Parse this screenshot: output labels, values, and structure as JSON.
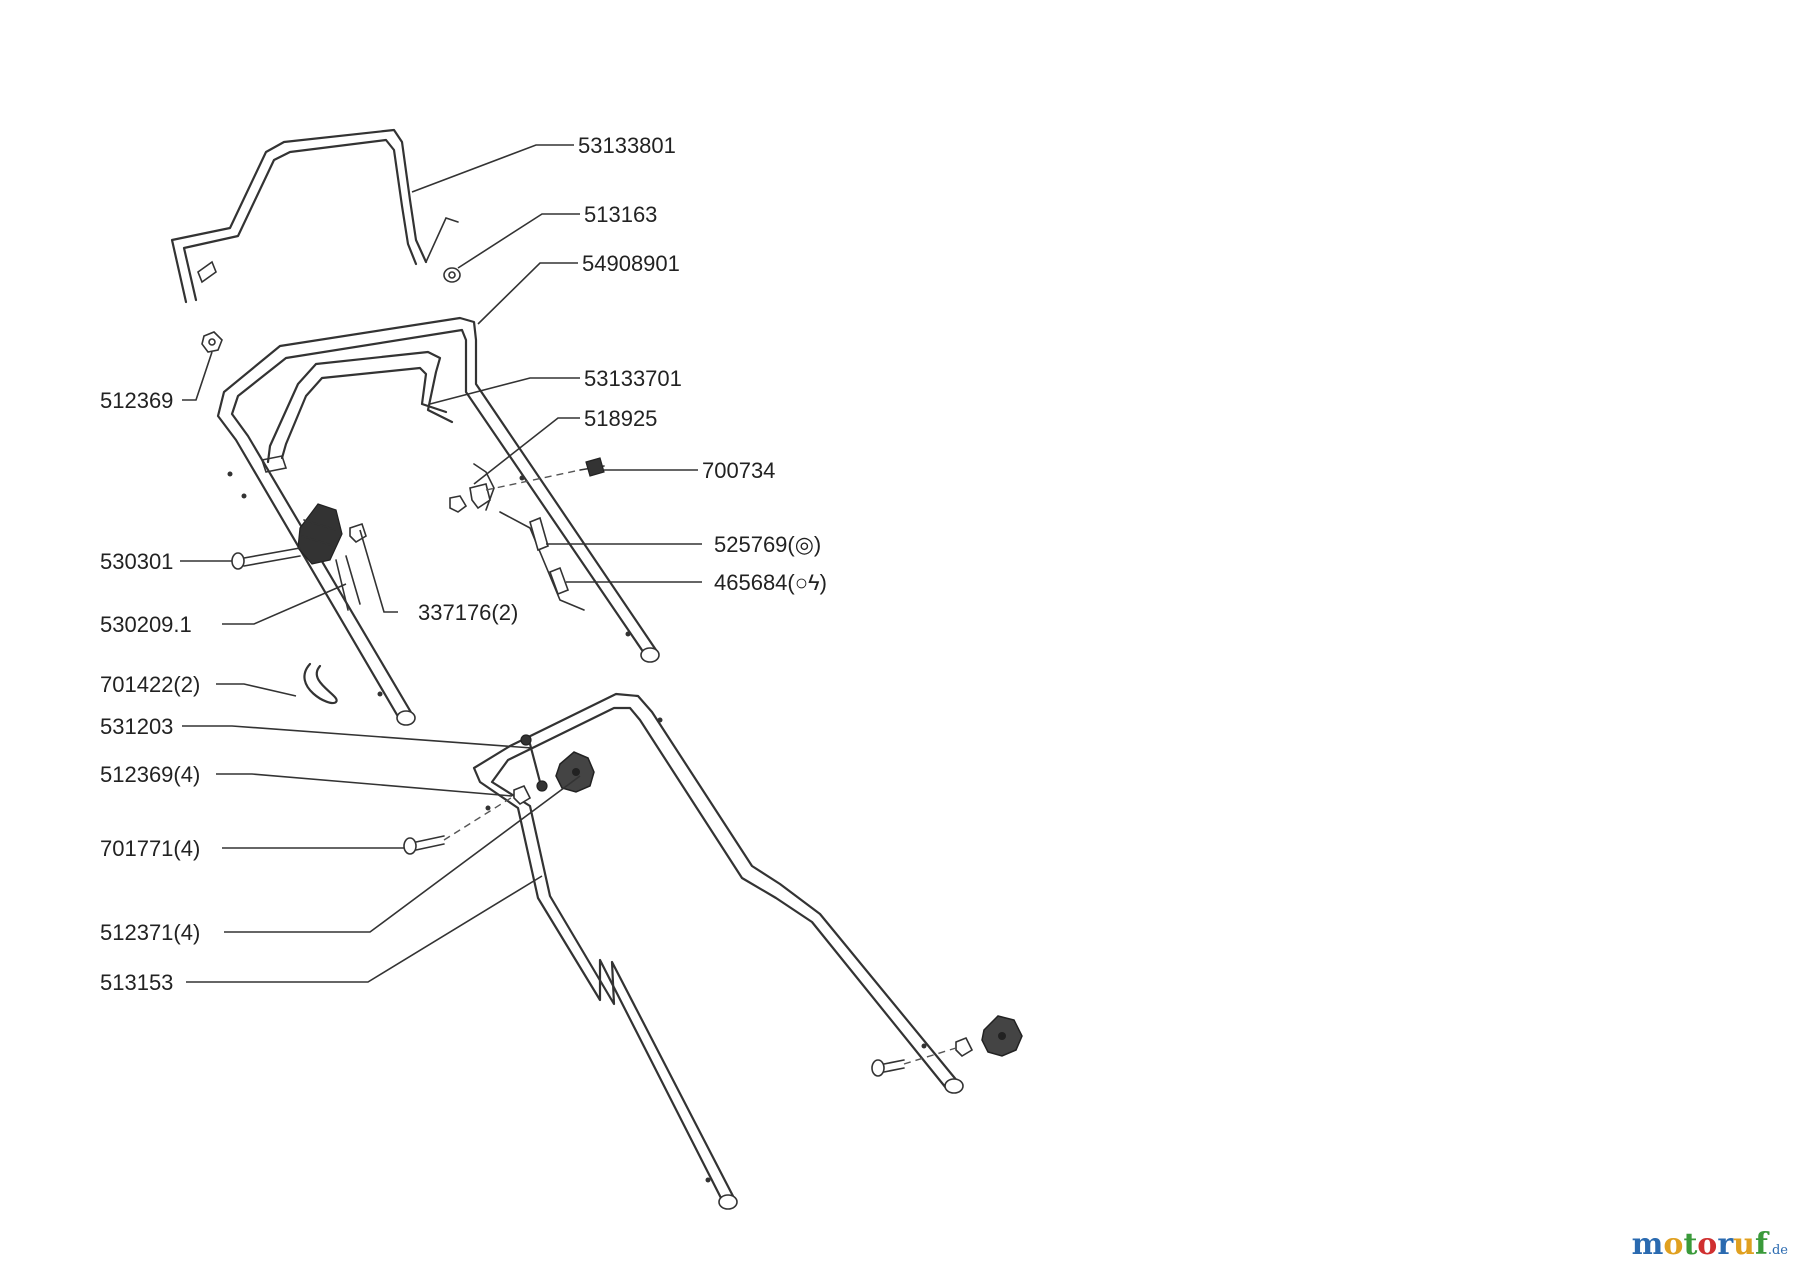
{
  "parts": [
    {
      "id": "p1",
      "label": "53133801"
    },
    {
      "id": "p2",
      "label": "513163"
    },
    {
      "id": "p3",
      "label": "54908901"
    },
    {
      "id": "p4",
      "label": "512369"
    },
    {
      "id": "p5",
      "label": "53133701"
    },
    {
      "id": "p6",
      "label": "518925"
    },
    {
      "id": "p7",
      "label": "700734"
    },
    {
      "id": "p8",
      "label": "525769(◎)"
    },
    {
      "id": "p9",
      "label": "465684(○ϟ)"
    },
    {
      "id": "p10",
      "label": "530301"
    },
    {
      "id": "p11",
      "label": "530209.1"
    },
    {
      "id": "p12",
      "label": "337176(2)"
    },
    {
      "id": "p13",
      "label": "701422(2)"
    },
    {
      "id": "p14",
      "label": "531203"
    },
    {
      "id": "p15",
      "label": "512369(4)"
    },
    {
      "id": "p16",
      "label": "701771(4)"
    },
    {
      "id": "p17",
      "label": "512371(4)"
    },
    {
      "id": "p18",
      "label": "513153"
    }
  ],
  "watermark": {
    "letters": [
      "m",
      "o",
      "t",
      "o",
      "r",
      "u",
      "f"
    ],
    "colors": [
      "#2a6ab0",
      "#e0a020",
      "#3a9a3a",
      "#d03030",
      "#2a6ab0",
      "#e0a020",
      "#3a9a3a"
    ],
    "suffix": ".de"
  }
}
